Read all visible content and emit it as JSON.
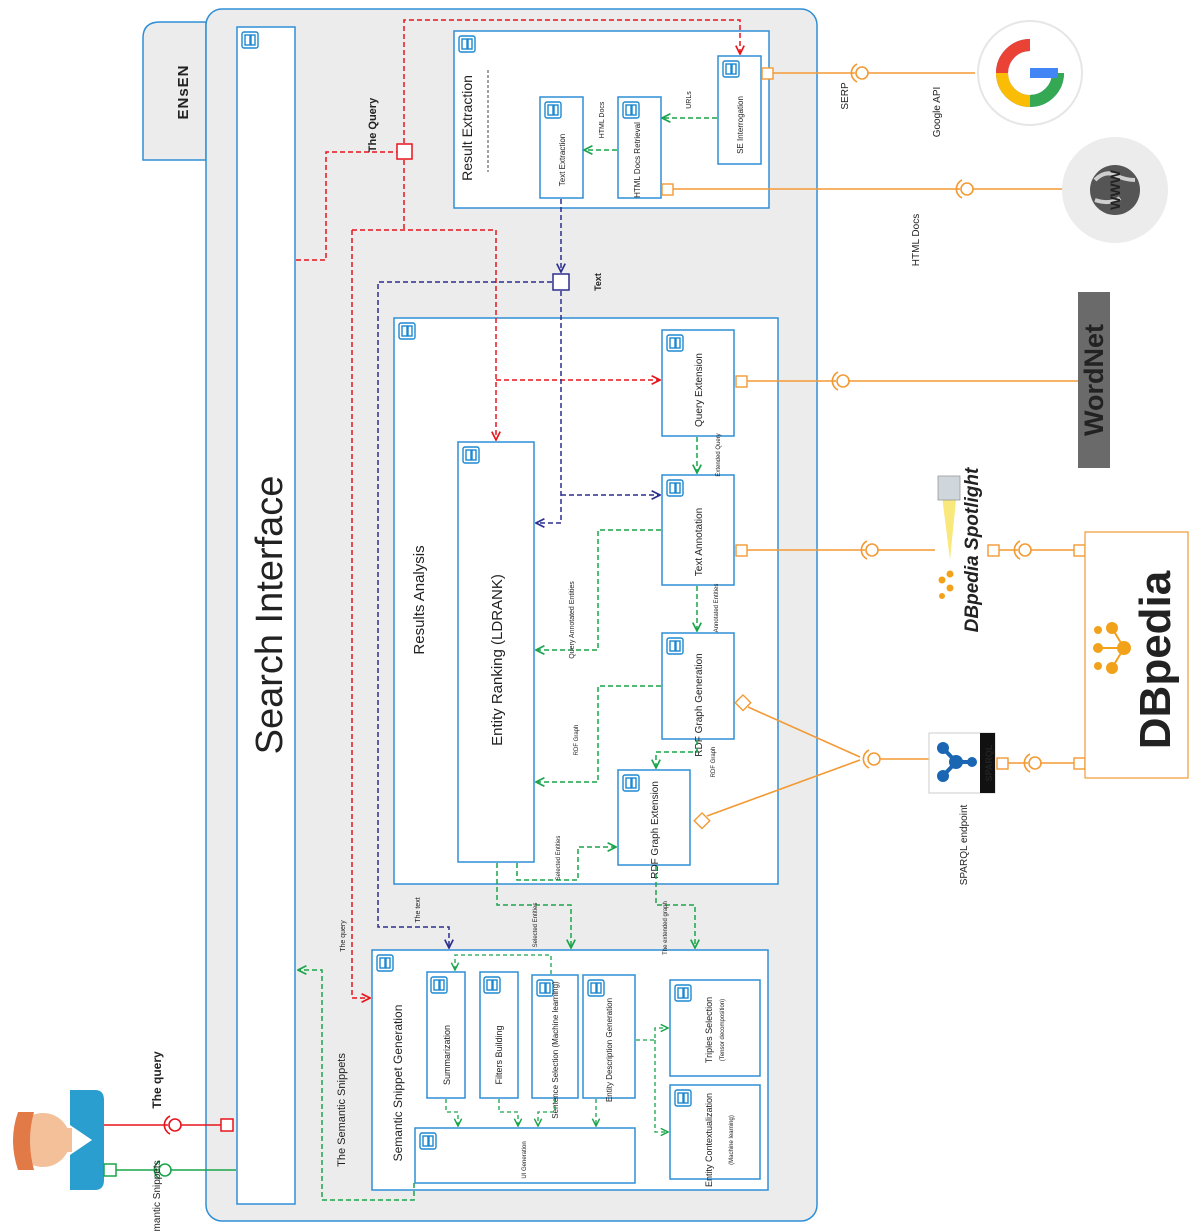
{
  "system": {
    "name": "ENsEN"
  },
  "search_interface": {
    "title": "Search Interface"
  },
  "result_extraction": {
    "title": "Result Extraction",
    "se_interrogation": "SE Interrogation",
    "html_docs_retrieval": "HTML Docs Retrieval",
    "text_extraction": "Text Extraction",
    "flow_urls": "URLs",
    "flow_html_docs": "HTML Docs"
  },
  "results_analysis": {
    "title": "Results Analysis",
    "query_extension": "Query Extension",
    "text_annotation": "Text Annotation",
    "rdf_graph_generation": "RDF Graph Generation",
    "rdf_graph_extension": "RDF Graph Extension",
    "entity_ranking": "Entity Ranking (LDRANK)",
    "flow_extended_query": "Extended Query",
    "flow_annotated_entities": "Annotated Entities",
    "flow_rdf_graph_a": "RDF Graph",
    "flow_query_annotated_entities": "Query Annotated Entities",
    "flow_rdf_graph_b": "RDF Graph",
    "flow_selected_entities": "Selected Entities"
  },
  "semantic_snippet_generation": {
    "title": "Semantic Snippet Generation",
    "summarization": "Summarization",
    "filters_building": "Filters Building",
    "sentence_selection": "Sentence Selection (Machine learning)",
    "entity_description_generation": "Entity Description Generation",
    "triples_selection": "Triples Selection",
    "triples_selection_note": "(Tensor decomposition)",
    "entity_contextualization": "Entity Contextualization",
    "entity_contextualization_note": "(Machine learning)",
    "ui_generation": "UI Generation"
  },
  "flows": {
    "the_query_top": "The Query",
    "text": "Text",
    "the_query_left": "The query",
    "the_text": "The text",
    "selected_entities": "Selected Entities",
    "the_extended_graph": "The extended graph",
    "the_semantic_snippets_inner": "The Semantic Snippets",
    "user_the_query": "The query",
    "user_the_semantic_snippets": "The Semantic Snippets"
  },
  "external": {
    "serp": "SERP",
    "google_api": "Google API",
    "html_docs": "HTML Docs",
    "wordnet": "WordNet",
    "dbpedia_spotlight": "DBpedia Spotlight",
    "sparql": "SPARQL",
    "sparql_endpoint": "SPARQL endpoint",
    "dbpedia": "DBpedia",
    "www": "WWW"
  },
  "colors": {
    "query_flow": "#e8141c",
    "text_flow": "#2b2f8f",
    "internal_flow": "#19a54a",
    "external_interface": "#f39a34",
    "component_border": "#2f8fd6",
    "container_fill": "#ececec"
  }
}
